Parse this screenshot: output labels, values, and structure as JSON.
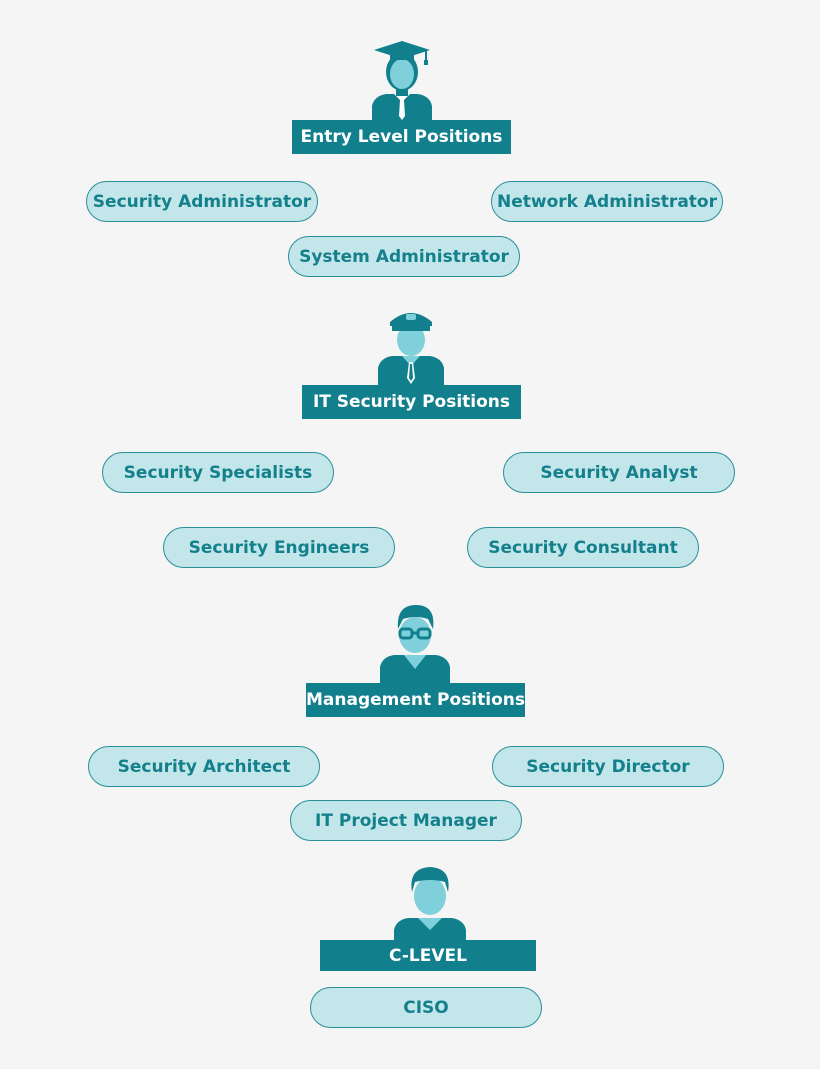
{
  "levels": [
    {
      "title": "Entry Level Positions",
      "icon": "graduate-icon",
      "roles": [
        "Security Administrator",
        "Network Administrator",
        "System Administrator"
      ]
    },
    {
      "title": "IT Security Positions",
      "icon": "officer-icon",
      "roles": [
        "Security Specialists",
        "Security Analyst",
        "Security Engineers",
        "Security Consultant"
      ]
    },
    {
      "title": "Management Positions",
      "icon": "manager-icon",
      "roles": [
        "Security Architect",
        "Security Director",
        "IT Project Manager"
      ]
    },
    {
      "title": "C-LEVEL",
      "icon": "executive-icon",
      "roles": [
        "CISO"
      ]
    }
  ],
  "colors": {
    "banner": "#127f8c",
    "pill_fill": "#c2e6ea",
    "pill_border": "#2a8f99",
    "pill_text": "#14808c",
    "background": "#f5f5f5"
  }
}
